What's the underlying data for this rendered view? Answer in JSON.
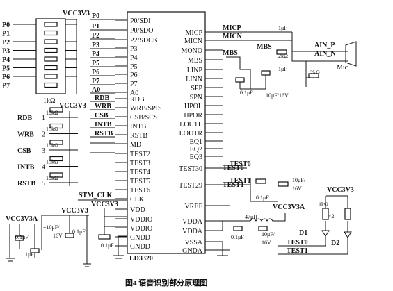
{
  "chip": {
    "name": "LD3320",
    "left_pins": [
      "P0/SDI",
      "P0/SDO",
      "P2/SDCK",
      "P3",
      "P4",
      "P5",
      "P6",
      "P7",
      "A0",
      "RDB",
      "WRB/SPIS",
      "CSB/SCS",
      "INTB",
      "RSTB",
      "MD",
      "TEST2",
      "TEST3",
      "TEST4",
      "TEST5",
      "TEST6",
      "CLK",
      "VDD",
      "VDDIO",
      "VDDIO",
      "GNDD",
      "GNDD"
    ],
    "right_pins": [
      "MICP",
      "MICN",
      "MONO",
      "MBS",
      "LINP",
      "LINN",
      "SPP",
      "SPN",
      "HPOL",
      "HPOR",
      "LOUTL",
      "LOUTR",
      "EQ1",
      "EQ2",
      "EQ3",
      "TEST30",
      "TEST29",
      "VREF",
      "VDDA",
      "VDDA",
      "VSSA",
      "GNDA"
    ]
  },
  "top_header": {
    "vcc": "VCC3V3",
    "port_labels": [
      "P0",
      "P1",
      "P2",
      "P3",
      "P4",
      "P5",
      "P6",
      "P7"
    ],
    "resistor": "1kΩ"
  },
  "ctrl": {
    "vcc": "VCC3V3",
    "signals": [
      "RDB",
      "WRB",
      "CSB",
      "INTB",
      "RSTB"
    ],
    "pins": [
      "1",
      "2",
      "3",
      "4",
      "5"
    ],
    "resistor": "10kΩ"
  },
  "wire_labels": {
    "left": [
      "P0",
      "P1",
      "P2",
      "P3",
      "P4",
      "P5",
      "P6",
      "P7",
      "A0",
      "RDB",
      "WRB",
      "CSB",
      "INTB",
      "RSTB"
    ],
    "clk": "STM_CLK",
    "vcc_mid": "VCC3V3",
    "right": [
      "MICP",
      "MICN",
      "MBS",
      "TEST0",
      "TEST1"
    ]
  },
  "mic": {
    "cap": "1μF",
    "mbs": "MBS",
    "res": "2kΩ",
    "ain_p": "AIN_P",
    "ain_n": "AIN_N",
    "mic": "Mic"
  },
  "misc": {
    "cap01": "0.1μF",
    "cap10": "10μF/16V",
    "test29_cap_a": "10μF/",
    "test29_cap_b": "16V",
    "inductor": "47μH",
    "vcc3v3a": "VCC3V3A",
    "vcc_led": "VCC3V3",
    "led_res": "1kΩ",
    "led_x2": "×2",
    "d1": "D1",
    "d2": "D2",
    "test0": "TEST0",
    "test1": "TEST1"
  },
  "power": {
    "vcc3v3a": "VCC3V3A",
    "vcc3v3": "VCC3V3",
    "c1": "0.1μF",
    "c2": "1μF",
    "c3": "+10μF/",
    "c3b": "16V",
    "c4": "0.1μF",
    "c5": "0.1μF"
  },
  "caption": "图4  语音识别部分原理图"
}
